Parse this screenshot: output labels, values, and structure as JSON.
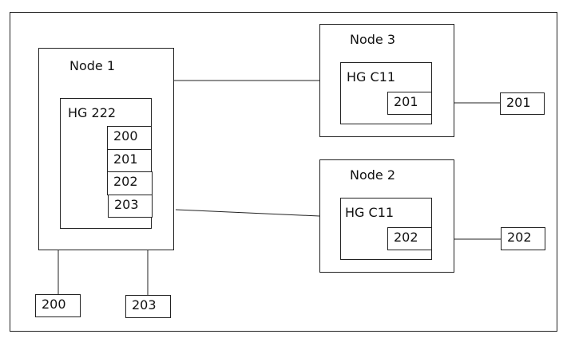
{
  "colors": {
    "stroke": "#222222",
    "text": "#111111",
    "background": "#ffffff"
  },
  "node1": {
    "title": "Node 1",
    "group": {
      "title": "HG 222",
      "ports": [
        "200",
        "201",
        "202",
        "203"
      ]
    }
  },
  "node3": {
    "title": "Node 3",
    "group": {
      "title": "HG C11",
      "port": "201"
    }
  },
  "node2": {
    "title": "Node 2",
    "group": {
      "title": "HG C11",
      "port": "202"
    }
  },
  "external": {
    "right_top": "201",
    "right_bottom": "202",
    "bottom_left": "200",
    "bottom_mid": "203"
  }
}
